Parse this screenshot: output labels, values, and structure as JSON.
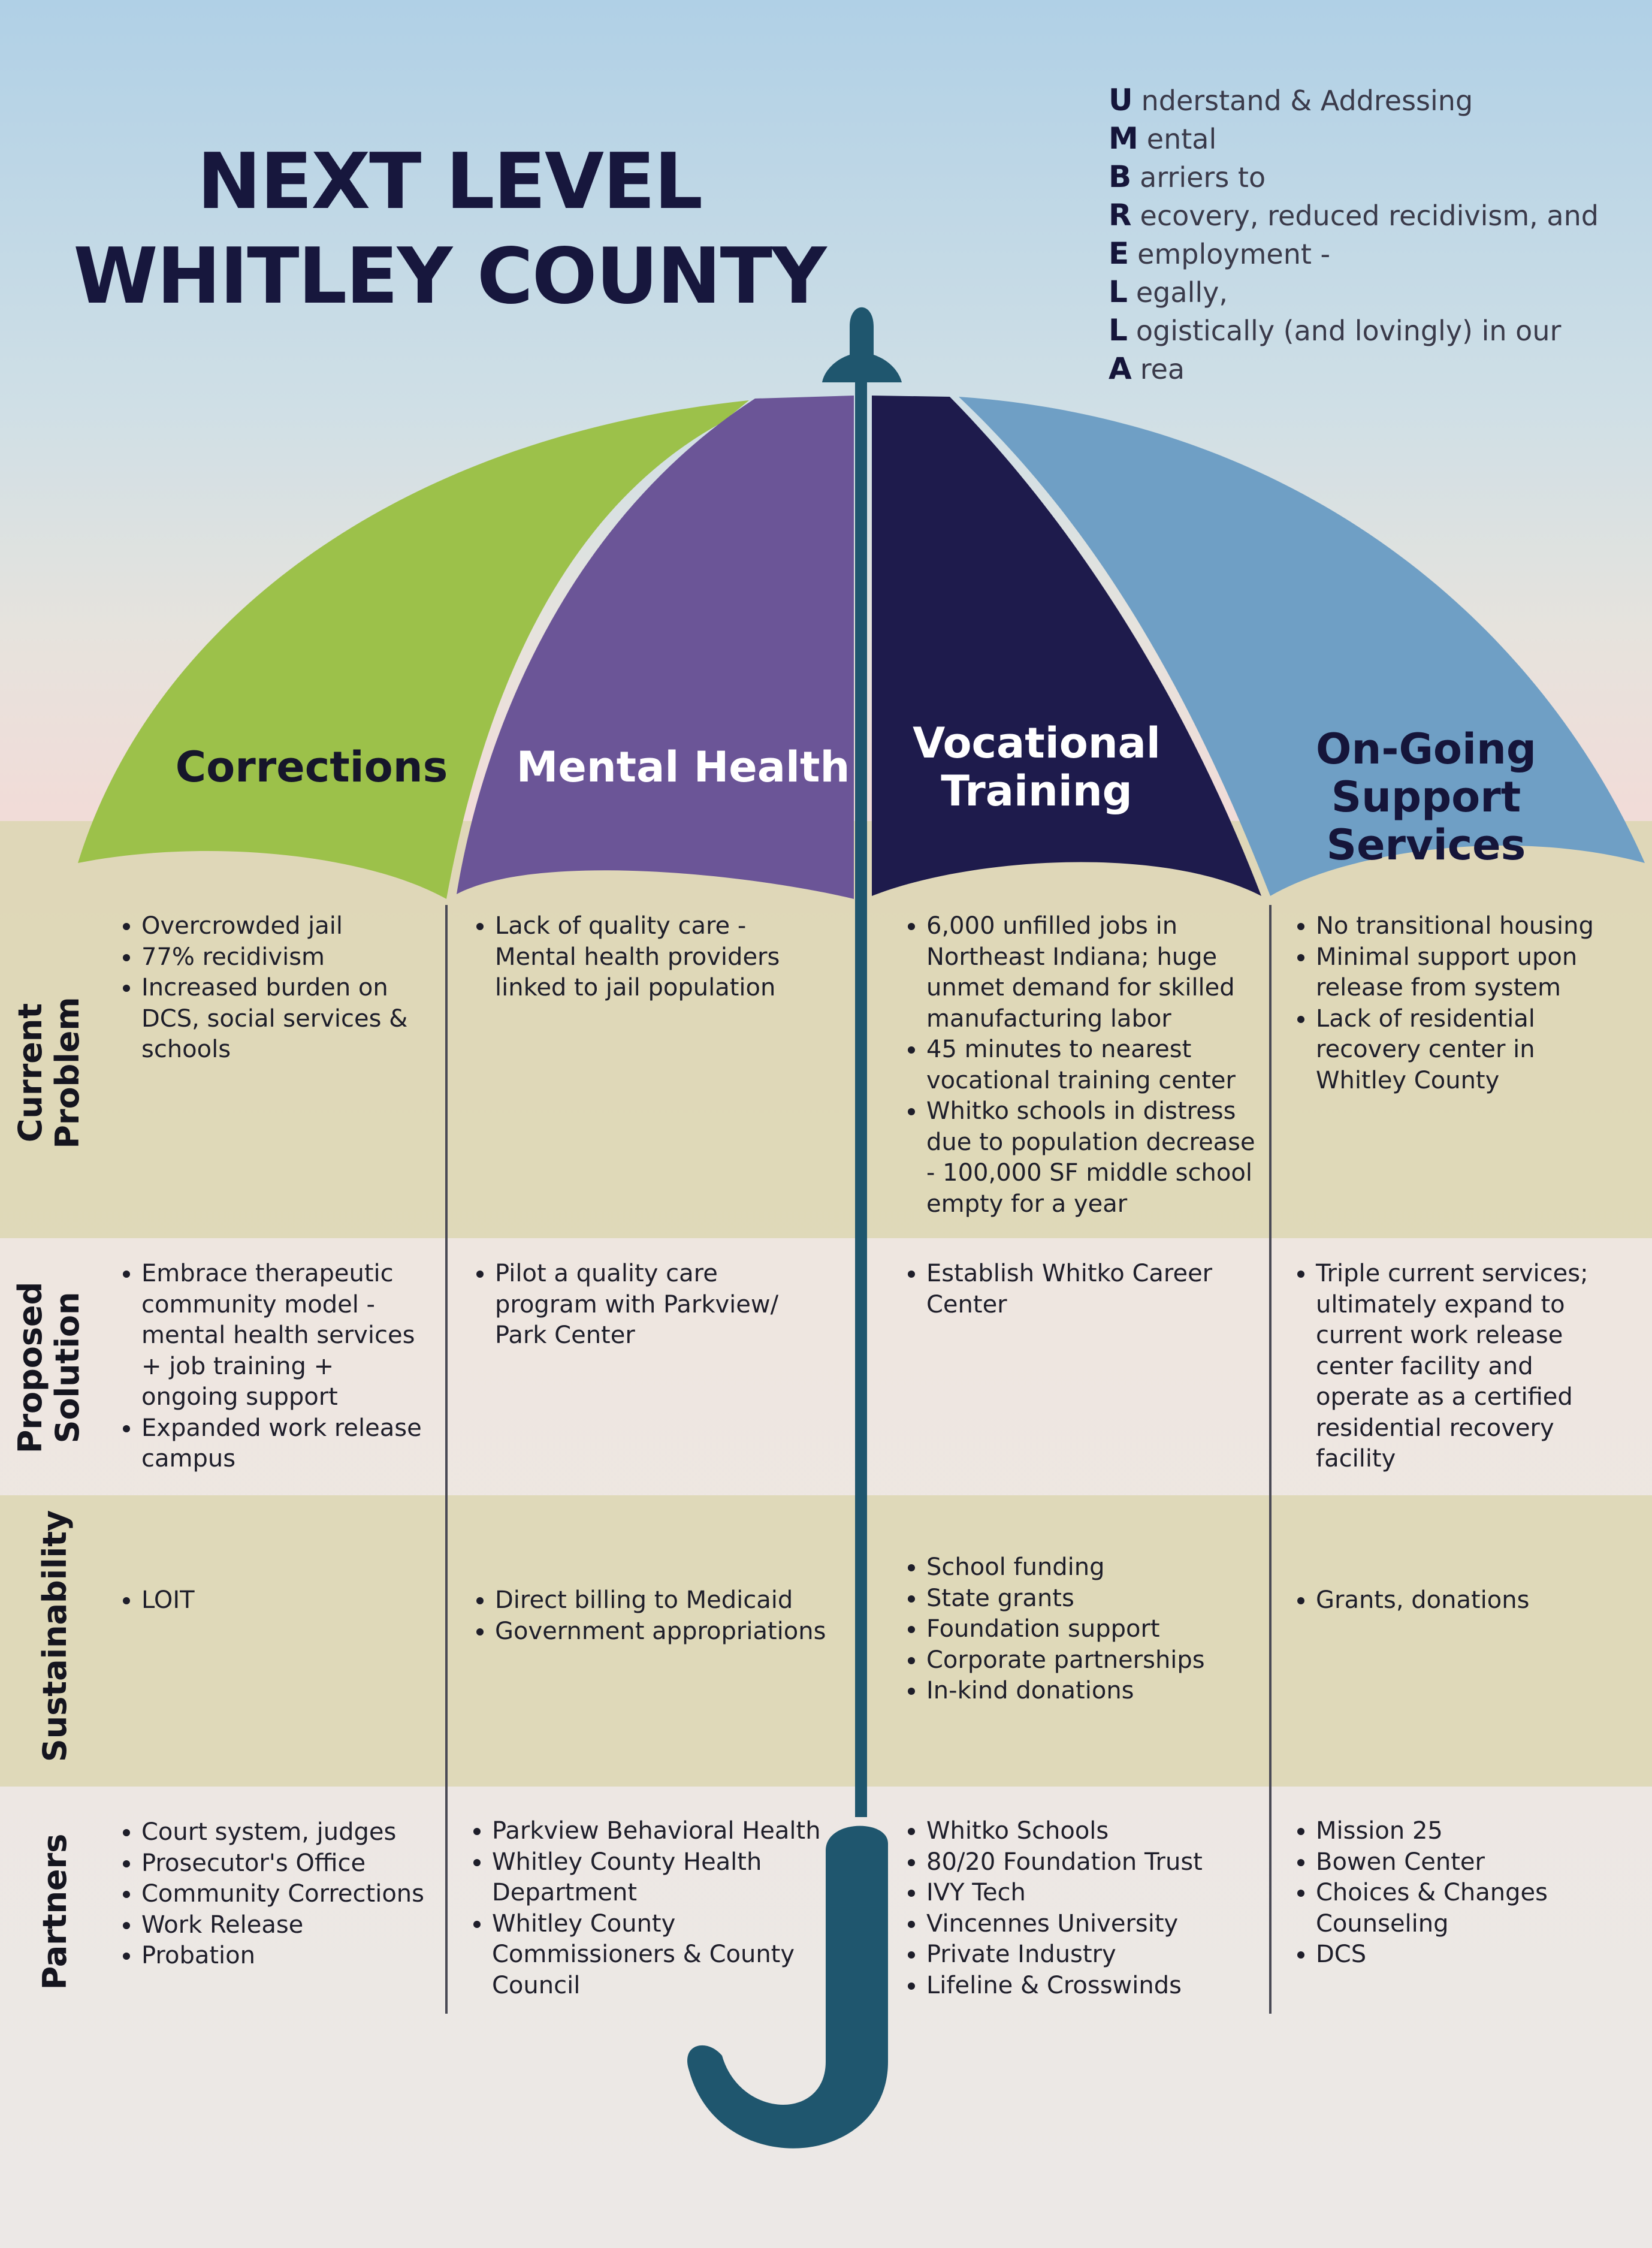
{
  "title_lines": [
    "NEXT LEVEL",
    "WHITLEY COUNTY"
  ],
  "acronym": [
    {
      "letter": "U",
      "rest": "nderstand & Addressing"
    },
    {
      "letter": "M",
      "rest": "ental"
    },
    {
      "letter": "B",
      "rest": "arriers to"
    },
    {
      "letter": "R",
      "rest": "ecovery, reduced recidivism, and"
    },
    {
      "letter": "E",
      "rest": "employment -"
    },
    {
      "letter": "L",
      "rest": "egally,"
    },
    {
      "letter": "L",
      "rest": "ogistically (and lovingly) in our"
    },
    {
      "letter": "A",
      "rest": "rea"
    }
  ],
  "colors": {
    "corrections": "#9cc14a",
    "mental_health": "#6b5597",
    "vocational": "#1e1b4c",
    "support": "#6f9fc5",
    "band": "#dcd6b2",
    "handle": "#1f566e"
  },
  "columns": [
    {
      "title_lines": [
        "Corrections"
      ]
    },
    {
      "title_lines": [
        "Mental Health"
      ]
    },
    {
      "title_lines": [
        "Vocational",
        "Training"
      ]
    },
    {
      "title_lines": [
        "On-Going",
        "Support Services"
      ]
    }
  ],
  "rows": [
    {
      "label_lines": [
        "Current",
        "Problem"
      ],
      "cells": [
        [
          "Overcrowded jail",
          "77% recidivism",
          "Increased burden on DCS, social services & schools"
        ],
        [
          "Lack of quality care - Mental health providers linked to jail population"
        ],
        [
          "6,000 unfilled jobs in Northeast Indiana; huge unmet demand for skilled manufacturing labor",
          "45 minutes to nearest vocational training center",
          "Whitko schools in distress due to population decrease - 100,000 SF middle school empty for a year"
        ],
        [
          "No transitional housing",
          "Minimal support upon release from system",
          "Lack of residential recovery center in Whitley County"
        ]
      ]
    },
    {
      "label_lines": [
        "Proposed",
        "Solution"
      ],
      "cells": [
        [
          "Embrace therapeutic community model - mental health services + job training + ongoing support",
          "Expanded work release campus"
        ],
        [
          "Pilot a quality care program with Parkview/ Park Center"
        ],
        [
          "Establish Whitko Career Center"
        ],
        [
          "Triple current services; ultimately expand to current work release center facility and operate as a certified residential recovery facility"
        ]
      ]
    },
    {
      "label_lines": [
        "Sustainability"
      ],
      "cells": [
        [
          "LOIT"
        ],
        [
          "Direct billing to Medicaid",
          "Government appropriations"
        ],
        [
          "School funding",
          "State grants",
          "Foundation support",
          "Corporate partnerships",
          "In-kind donations"
        ],
        [
          "Grants, donations"
        ]
      ]
    },
    {
      "label_lines": [
        "Partners"
      ],
      "cells": [
        [
          "Court system, judges",
          "Prosecutor's Office",
          "Community Corrections",
          "Work Release",
          "Probation"
        ],
        [
          "Parkview Behavioral Health",
          "Whitley County Health Department",
          "Whitley County Commissioners & County Council"
        ],
        [
          "Whitko Schools",
          "80/20 Foundation Trust",
          "IVY Tech",
          "Vincennes University",
          "Private Industry",
          "Lifeline & Crosswinds"
        ],
        [
          "Mission 25",
          "Bowen Center",
          "Choices & Changes Counseling",
          "DCS"
        ]
      ]
    }
  ]
}
